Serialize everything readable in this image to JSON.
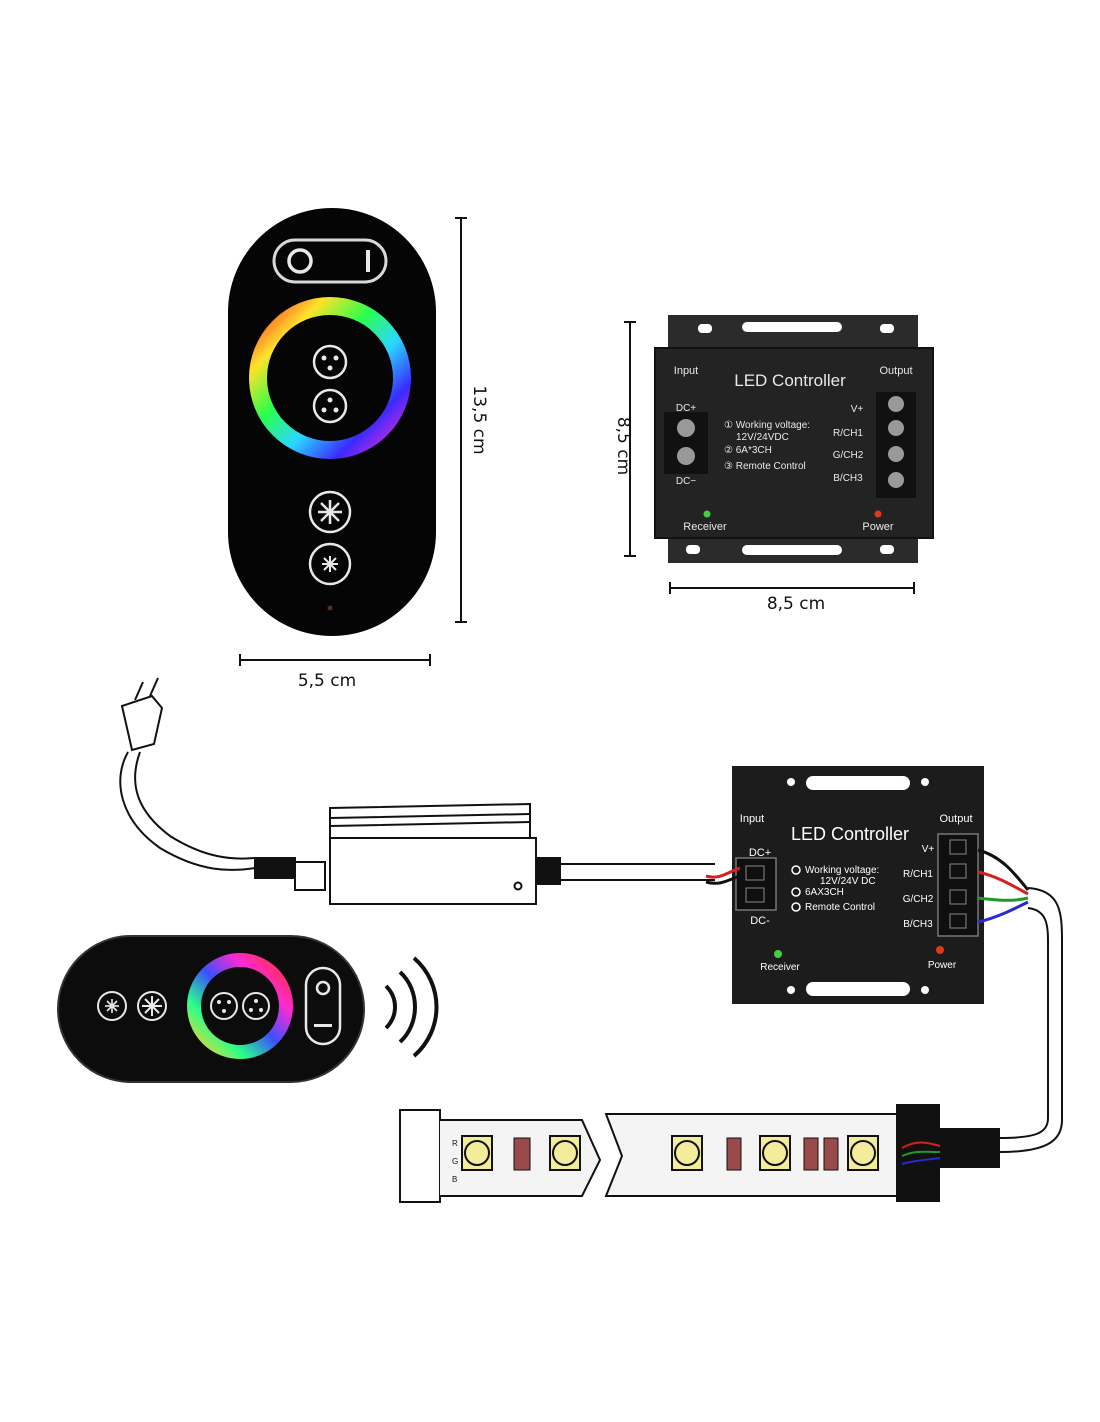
{
  "dimensions": {
    "remote_height": "13,5 cm",
    "remote_width": "5,5 cm",
    "controller_height": "8,5 cm",
    "controller_width": "8,5 cm"
  },
  "controller_photo": {
    "title": "LED Controller",
    "input_label": "Input",
    "output_label": "Output",
    "dc_plus": "DC+",
    "dc_minus": "DC−",
    "spec_1": "① Working voltage:",
    "spec_1b": "12V/24VDC",
    "spec_2": "② 6A*3CH",
    "spec_3": "③ Remote Control",
    "vplus": "V+",
    "ch1": "R/CH1",
    "ch2": "G/CH2",
    "ch3": "B/CH3",
    "receiver": "Receiver",
    "power": "Power"
  },
  "controller_diagram": {
    "title": "LED Controller",
    "input_label": "Input",
    "output_label": "Output",
    "dc_plus": "DC+",
    "dc_minus": "DC-",
    "spec_1": "Working voltage:",
    "spec_1b": "12V/24V DC",
    "spec_2": "6AX3CH",
    "spec_3": "Remote Control",
    "vplus": "V+",
    "ch1": "R/CH1",
    "ch2": "G/CH2",
    "ch3": "B/CH3",
    "receiver": "Receiver",
    "power": "Power"
  },
  "strip_labels": {
    "r": "R",
    "g": "G",
    "b": "B"
  },
  "colors": {
    "remote_body": "#050505",
    "controller_body": "#1f1f1f",
    "wire_red": "#d62020",
    "wire_green": "#1f9a2a",
    "wire_blue": "#2a2ad0",
    "led_yellow": "#f3ec9a",
    "receiver_led": "#3fd13f",
    "power_led": "#e03a1a"
  }
}
